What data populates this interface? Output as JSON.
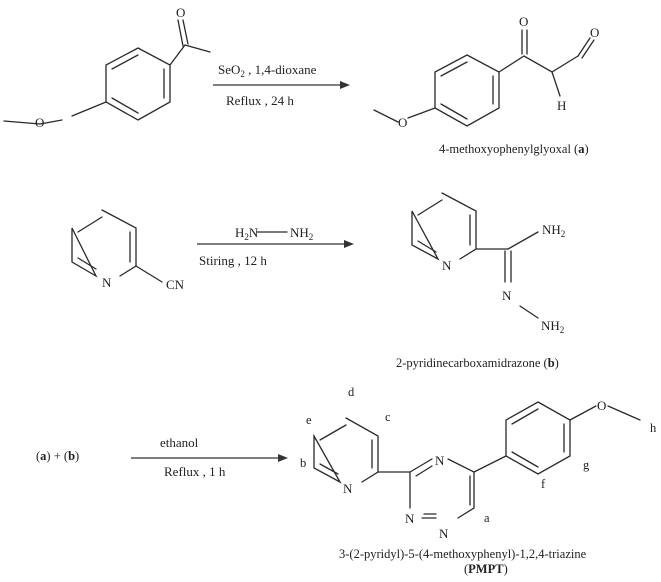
{
  "reaction1": {
    "reagent_main": "SeO",
    "reagent_main_sub": "2",
    "reagent_rest": " , 1,4-dioxane",
    "conditions": "Reflux , 24 h",
    "product_atoms": {
      "o_methoxy": "O",
      "o_ketone": "O",
      "o_aldehyde": "O",
      "h_aldehyde": "H"
    },
    "reactant_atoms": {
      "o_methoxy": "O",
      "o_ketone": "O"
    },
    "product_name": "4-methoxyophenylglyoxal",
    "product_tag": "a"
  },
  "reaction2": {
    "reagent_left": "H",
    "reagent_left_sub": "2",
    "reagent_left_atom": "N",
    "reagent_right": "NH",
    "reagent_right_sub": "2",
    "conditions": "Stiring , 12 h",
    "reactant_atoms": {
      "n_ring": "N",
      "cn": "CN"
    },
    "product_atoms": {
      "n_ring": "N",
      "nh2_top": "NH",
      "nh2_top_sub": "2",
      "n_imine": "N",
      "nh2_bottom": "NH",
      "nh2_bottom_sub": "2"
    },
    "product_name": "2-pyridinecarboxamidrazone",
    "product_tag": "b"
  },
  "reaction3": {
    "reactant_a": "a",
    "plus": "+",
    "reactant_b": "b",
    "reagent": "ethanol",
    "conditions": "Reflux , 1 h",
    "atoms": {
      "n_pyr": "N",
      "n_top": "N",
      "n_bl": "N",
      "n_br": "N",
      "o": "O"
    },
    "position_labels": {
      "a": "a",
      "b": "b",
      "c": "c",
      "d": "d",
      "e": "e",
      "f": "f",
      "g": "g",
      "h": "h"
    },
    "product_name": "3-(2-pyridyl)-5-(4-methoxyphenyl)-1,2,4-triazine",
    "product_abbrev": "PMPT"
  }
}
